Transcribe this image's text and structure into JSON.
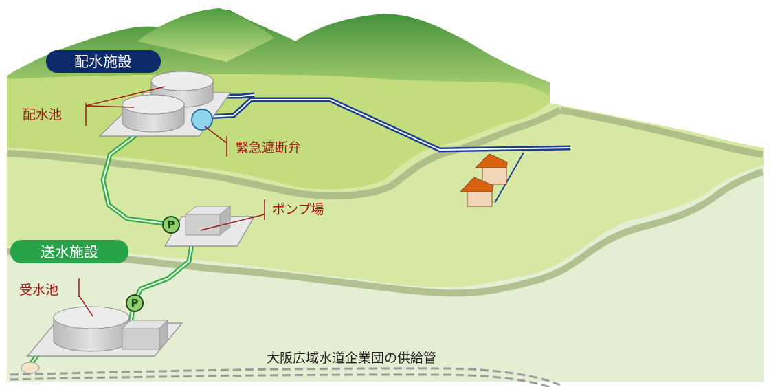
{
  "badges": {
    "distribution_facility": "配水施設",
    "transmission_facility": "送水施設"
  },
  "labels": {
    "distribution_reservoir": "配水池",
    "emergency_shutoff_valve": "緊急遮断弁",
    "pump_station": "ポンプ場",
    "receiving_reservoir": "受水池",
    "supply_pipe": "大阪広域水道企業団の供給管"
  },
  "pump_marker": "P",
  "colors": {
    "badge_distribution": "#0d2a6b",
    "badge_transmission": "#27a34a",
    "label_red": "#a01818",
    "distribution_pipe": "#1b3f8f",
    "transmission_pipe": "#3bb04a",
    "roof": "#d8620f",
    "valve": "#8ed4ea"
  }
}
